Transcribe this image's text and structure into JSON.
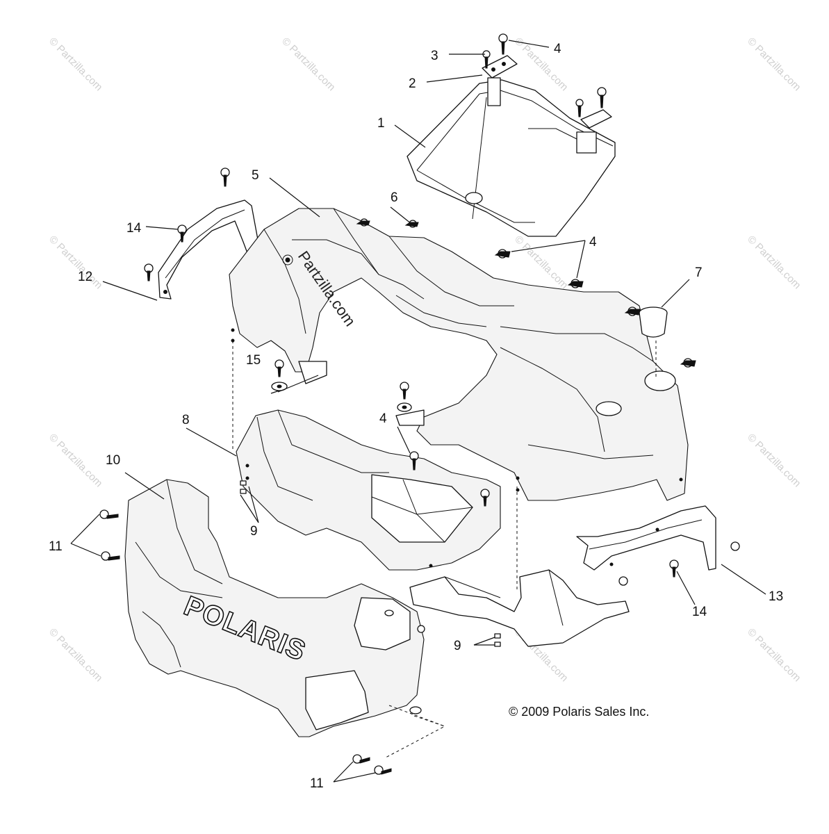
{
  "watermark_text": "© Partzilla.com",
  "overlay_logo_text": "Partzilla.com",
  "brand_text": "POLARIS",
  "copyright": "© 2009 Polaris Sales Inc.",
  "callouts": {
    "c1": "1",
    "c2": "2",
    "c3": "3",
    "c4a": "4",
    "c4b": "4",
    "c4c": "4",
    "c5": "5",
    "c6": "6",
    "c7": "7",
    "c8": "8",
    "c9a": "9",
    "c9b": "9",
    "c10": "10",
    "c11a": "11",
    "c11b": "11",
    "c12": "12",
    "c13": "13",
    "c14a": "14",
    "c14b": "14",
    "c15": "15"
  }
}
